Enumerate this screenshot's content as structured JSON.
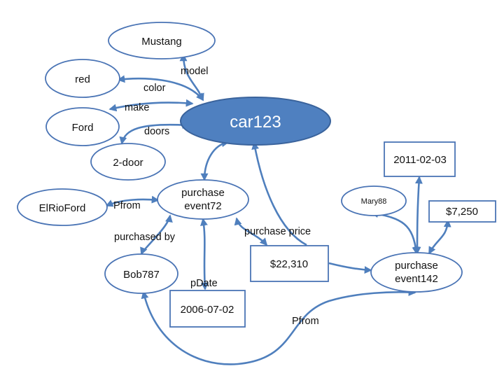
{
  "nodes": {
    "mustang": "Mustang",
    "red": "red",
    "ford": "Ford",
    "two_door": "2-door",
    "car123": "car123",
    "elrioford": "ElRioFord",
    "purchase_event72": [
      "purchase",
      "event72"
    ],
    "bob787": "Bob787",
    "date_2006": "2006-07-02",
    "price_22310": "$22,310",
    "mary88": "Mary88",
    "date_2011": "2011-02-03",
    "price_7250": "$7,250",
    "purchase_event142": [
      "purchase",
      "event142"
    ]
  },
  "edges": {
    "model": "model",
    "color": "color",
    "make": "make",
    "doors": "doors",
    "pfrom_72": "Pfrom",
    "purchased_by": "purchased by",
    "purchase_price": "purchase price",
    "pdate": "pDate",
    "pfrom_142": "Pfrom"
  },
  "colors": {
    "node_fill": "#ffffff",
    "node_stroke": "#4a74b5",
    "main_fill": "#4f80c0",
    "edge": "#4f7fbd"
  }
}
